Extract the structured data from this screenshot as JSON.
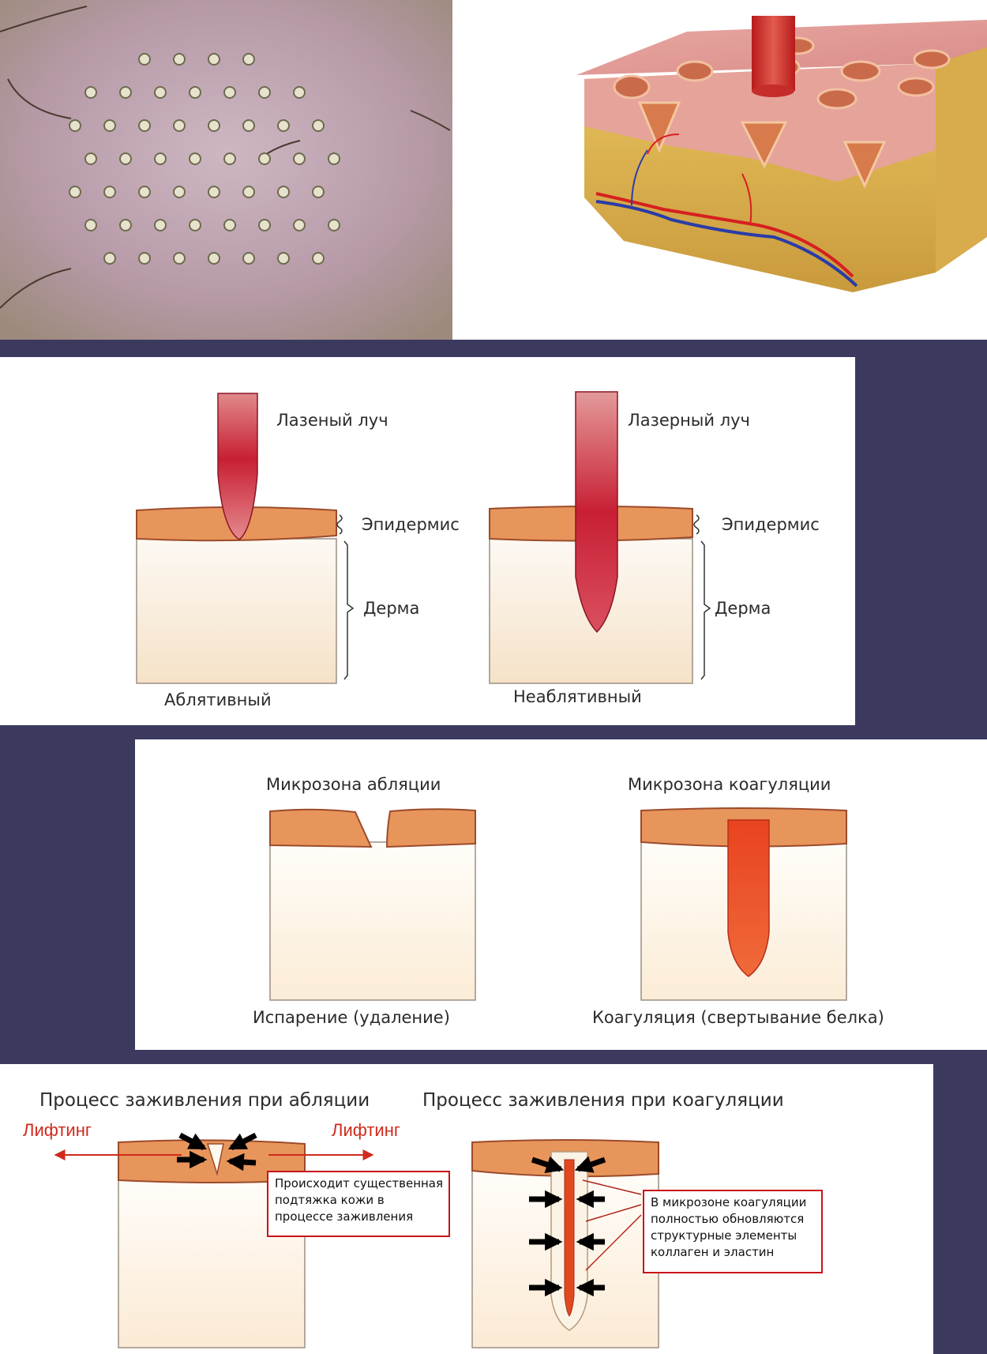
{
  "diagram1": {
    "beam_left": "Лазеный луч",
    "beam_right": "Лазерный луч",
    "epidermis_left": "Эпидермис",
    "epidermis_right": "Эпидермис",
    "dermis_left": "Дерма",
    "dermis_right": "Дерма",
    "caption_left": "Аблятивный",
    "caption_right": "Неаблятивный"
  },
  "diagram2": {
    "title_left": "Микрозона абляции",
    "title_right": "Микрозона коагуляции",
    "caption_left": "Испарение (удаление)",
    "caption_right": "Коагуляция (свертывание белка)"
  },
  "diagram3": {
    "title_left": "Процесс заживления при абляции",
    "title_right": "Процесс заживления при коагуляции",
    "lifting_left": "Лифтинг",
    "lifting_right": "Лифтинг",
    "note_left": [
      "Происходит существенная",
      "подтяжка кожи в",
      "процессе  заживления"
    ],
    "note_right": [
      "В микрозоне коагуляции",
      "полностью обновляются",
      "структурные элементы",
      "коллаген и эластин"
    ]
  },
  "colors": {
    "background": "#3b3a5e",
    "epidermis": "#e8955c",
    "dermis": "#fbeedd",
    "beam": "#c8263a",
    "coagulation": "#e8431f",
    "note_border": "#c8141b"
  },
  "icons": [
    "skin-dermoscopy-photo",
    "skin-3d-cross-section-illustration"
  ]
}
